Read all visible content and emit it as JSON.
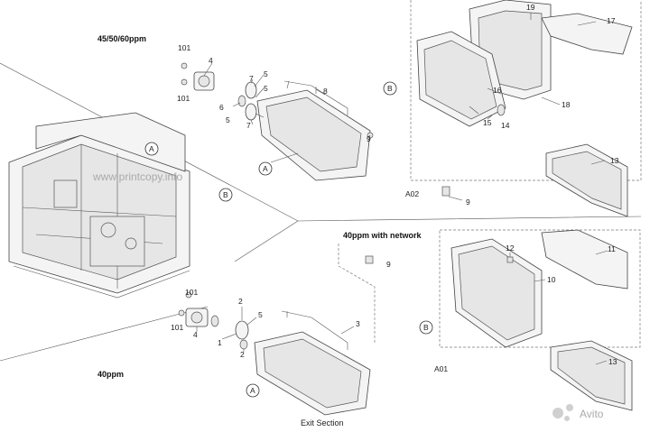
{
  "titles": {
    "top_left": "45/50/60ppm",
    "bottom_left": "40ppm",
    "middle_right": "40ppm with network",
    "caption": "Exit Section"
  },
  "callouts": {
    "A": "A",
    "B": "B",
    "A01": "A01",
    "A02": "A02"
  },
  "parts": {
    "p1": "1",
    "p2": "2",
    "p3": "3",
    "p4": "4",
    "p5": "5",
    "p6": "6",
    "p7": "7",
    "p8": "8",
    "p9": "9",
    "p10": "10",
    "p11": "11",
    "p12": "12",
    "p13": "13",
    "p14": "14",
    "p15": "15",
    "p16": "16",
    "p17": "17",
    "p18": "18",
    "p19": "19",
    "p101": "101"
  },
  "watermarks": {
    "site": "www.printcopy.info",
    "brand": "Avito"
  }
}
